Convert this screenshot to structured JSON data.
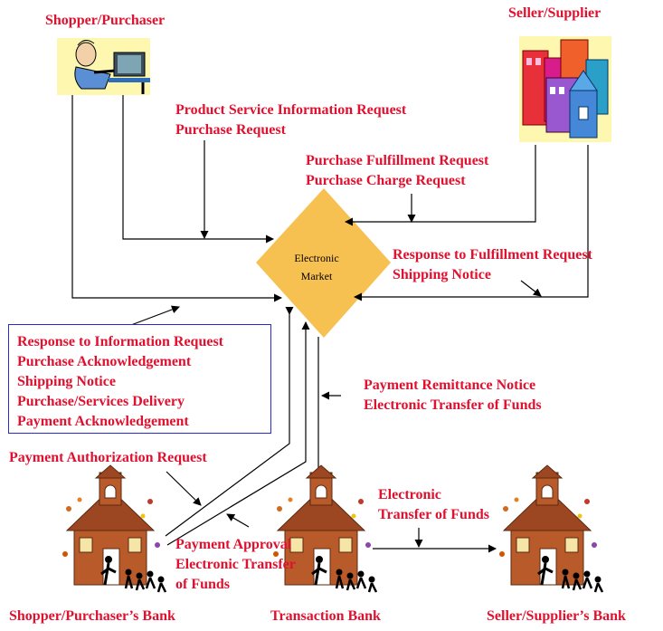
{
  "actors": {
    "shopper": "Shopper/Purchaser",
    "seller": "Seller/Supplier"
  },
  "market": {
    "line1": "Electronic",
    "line2": "Market"
  },
  "labels": {
    "product_info": [
      "Product Service Information Request",
      "Purchase Request"
    ],
    "fulfillment": [
      "Purchase Fulfillment Request",
      "Purchase Charge Request"
    ],
    "response_fulfillment": [
      "Response to Fulfillment Request",
      "Shipping Notice"
    ],
    "shopper_box": [
      "Response to Information Request",
      "Purchase Acknowledgement",
      "Shipping Notice",
      "Purchase/Services Delivery",
      "Payment Acknowledgement"
    ],
    "remittance": [
      "Payment Remittance Notice",
      "Electronic Transfer of Funds"
    ],
    "payment_auth": "Payment Authorization Request",
    "transfer": [
      "Electronic",
      "Transfer of Funds"
    ],
    "approval": [
      "Payment Approval",
      "Electronic Transfer",
      "of Funds"
    ]
  },
  "banks": {
    "shopper_bank": "Shopper/Purchaser’s Bank",
    "transaction_bank": "Transaction Bank",
    "seller_bank": "Seller/Supplier’s Bank"
  },
  "colors": {
    "label_red": "#e0102f",
    "diamond": "#f7c152",
    "box_border": "#2a2ad0",
    "clipart_bg": "#fdf7b0",
    "building_brick": "#b85a2a"
  },
  "icons": {
    "shopper": "person-at-computer-icon",
    "seller": "office-buildings-icon",
    "bank": "schoolhouse-bank-icon"
  }
}
